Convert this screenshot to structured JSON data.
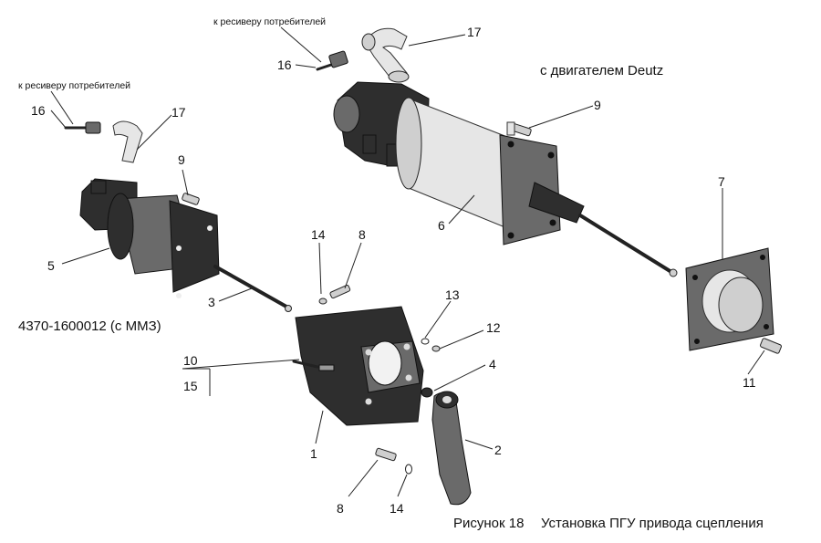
{
  "labels": {
    "receiver_top": "к ресиверу потребителей",
    "receiver_left": "к ресиверу потребителей",
    "deutz": "с двигателем Deutz",
    "mmz": "4370-1600012 (с ММЗ)",
    "caption_num": "Рисунок 18",
    "caption_text": "Установка ПГУ привода сцепления"
  },
  "callouts": {
    "p16_top": "16",
    "p17_top": "17",
    "p16_left": "16",
    "p17_left": "17",
    "p9_left": "9",
    "p9_right": "9",
    "p5": "5",
    "p6": "6",
    "p3": "3",
    "p7": "7",
    "p14_top": "14",
    "p8_top": "8",
    "p13": "13",
    "p12": "12",
    "p4": "4",
    "p10": "10",
    "p15": "15",
    "p1": "1",
    "p2": "2",
    "p11": "11",
    "p8_bottom": "8",
    "p14_bottom": "14"
  },
  "icons": {
    "cylinder_mmz": "pneumohydraulic-booster-icon",
    "cylinder_deutz": "pneumohydraulic-booster-icon",
    "bracket": "mounting-bracket-icon",
    "lever": "clutch-lever-icon",
    "flange": "adapter-flange-icon"
  }
}
